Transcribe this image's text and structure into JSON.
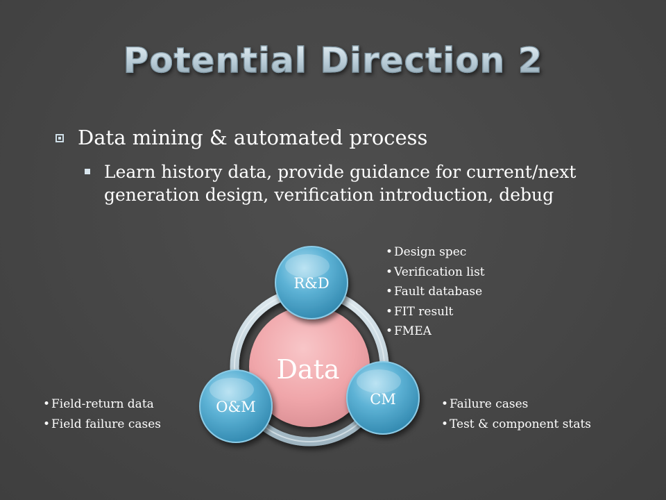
{
  "slide": {
    "title": "Potential Direction 2",
    "bullets": [
      {
        "text": "Data mining & automated process",
        "sub": [
          "Learn history data, provide guidance for current/next generation design, verification introduction, debug"
        ]
      }
    ]
  },
  "diagram": {
    "center_label": "Data",
    "nodes": [
      {
        "label": "R&D",
        "items": [
          "Design spec",
          "Verification list",
          "Fault database",
          "FIT result",
          "FMEA"
        ]
      },
      {
        "label": "CM",
        "items": [
          "Failure cases",
          "Test & component stats"
        ]
      },
      {
        "label": "O&M",
        "items": [
          "Field-return data",
          "Field failure cases"
        ]
      }
    ]
  },
  "colors": {
    "background": "#454545",
    "title": "#c9dbe5",
    "center_circle": "#f2a9ad",
    "node_circle": "#5fb3d6",
    "ring": "#b7cbd6"
  }
}
